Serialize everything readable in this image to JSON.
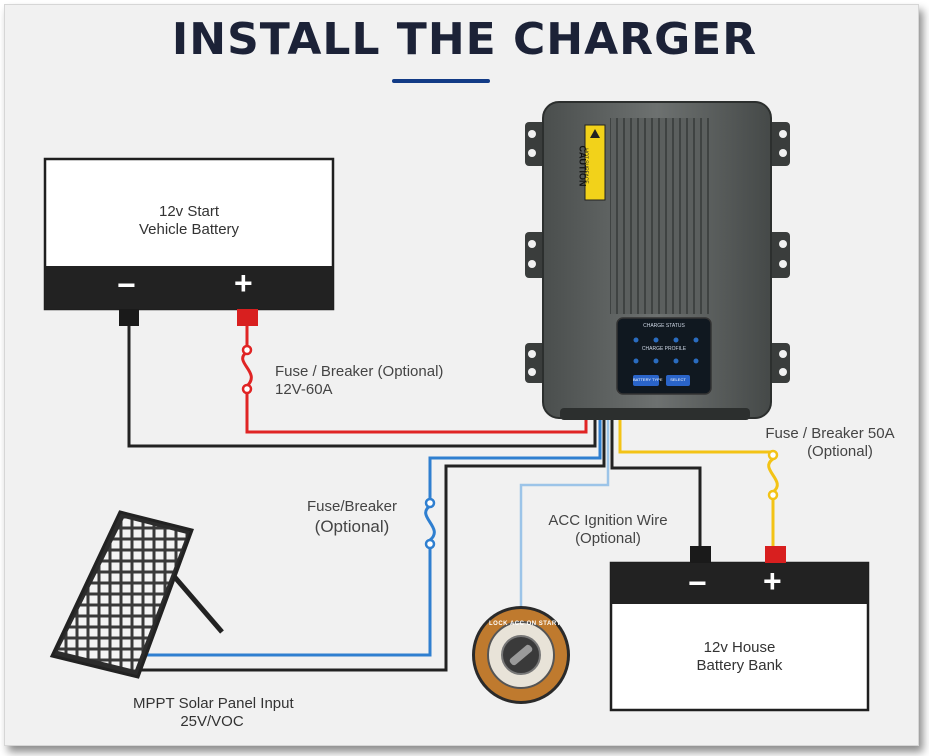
{
  "title": "INSTALL THE CHARGER",
  "start_battery": {
    "line1": "12v Start",
    "line2": "Vehicle Battery",
    "minus": "−",
    "plus": "+"
  },
  "house_battery": {
    "line1": "12v House",
    "line2": "Battery Bank",
    "minus": "−",
    "plus": "+"
  },
  "fuse_start": {
    "line1": "Fuse / Breaker (Optional)",
    "line2": "12V-60A"
  },
  "fuse_house": {
    "line1": "Fuse / Breaker 50A",
    "line2": "(Optional)"
  },
  "fuse_solar": {
    "line1": "Fuse/Breaker",
    "line2": "(Optional)"
  },
  "acc_wire": {
    "line1": "ACC Ignition Wire",
    "line2": "(Optional)"
  },
  "solar": {
    "line1": "MPPT Solar Panel Input",
    "line2": "25V/VOC"
  },
  "charger": {
    "caution": "CAUTION",
    "caution_sub": "HOT SURFACE",
    "panel_title": "CHARGE STATUS",
    "panel_subtitle": "CHARGE PROFILE",
    "btn_left": "BATTERY TYPE",
    "btn_right": "SELECT"
  },
  "ignition_key": {
    "ring_text": "LOCK ACC ON START"
  },
  "colors": {
    "positive": "#e02424",
    "negative": "#222222",
    "solar_wire": "#2f7fd0",
    "acc_wire": "#9cc4e8",
    "house_wire": "#f3c316",
    "title": "#1c2237",
    "underline": "#123b86"
  }
}
